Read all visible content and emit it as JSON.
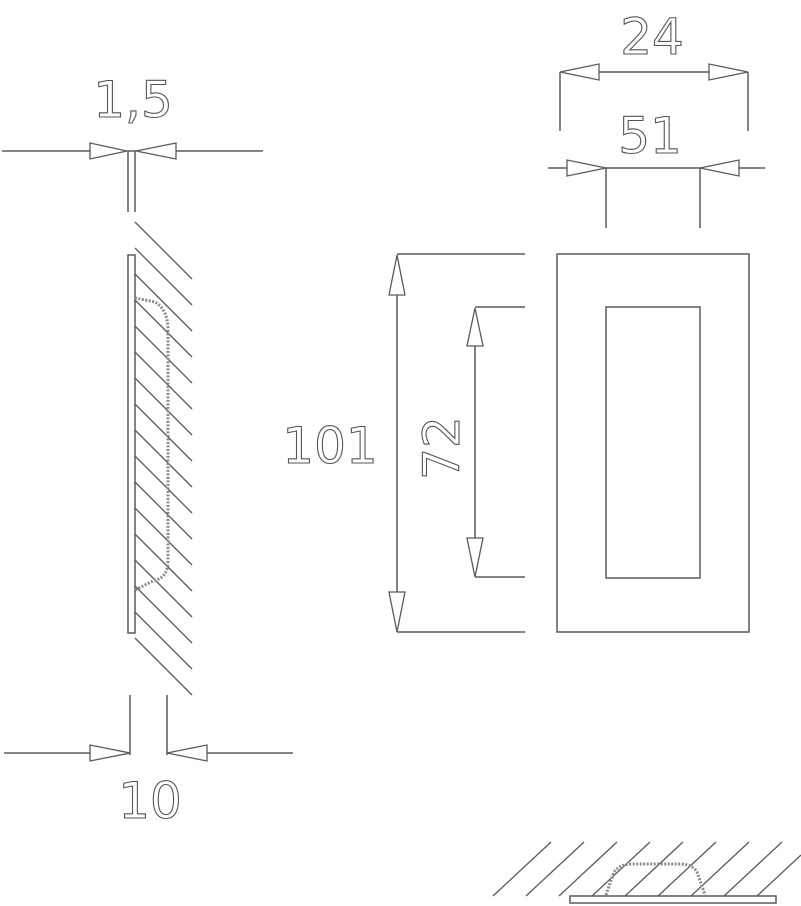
{
  "dimensions": {
    "plate_thickness": "1,5",
    "recess_depth": "10",
    "total_width": "24",
    "inner_width": "51",
    "total_height": "101",
    "inner_height": "72"
  }
}
